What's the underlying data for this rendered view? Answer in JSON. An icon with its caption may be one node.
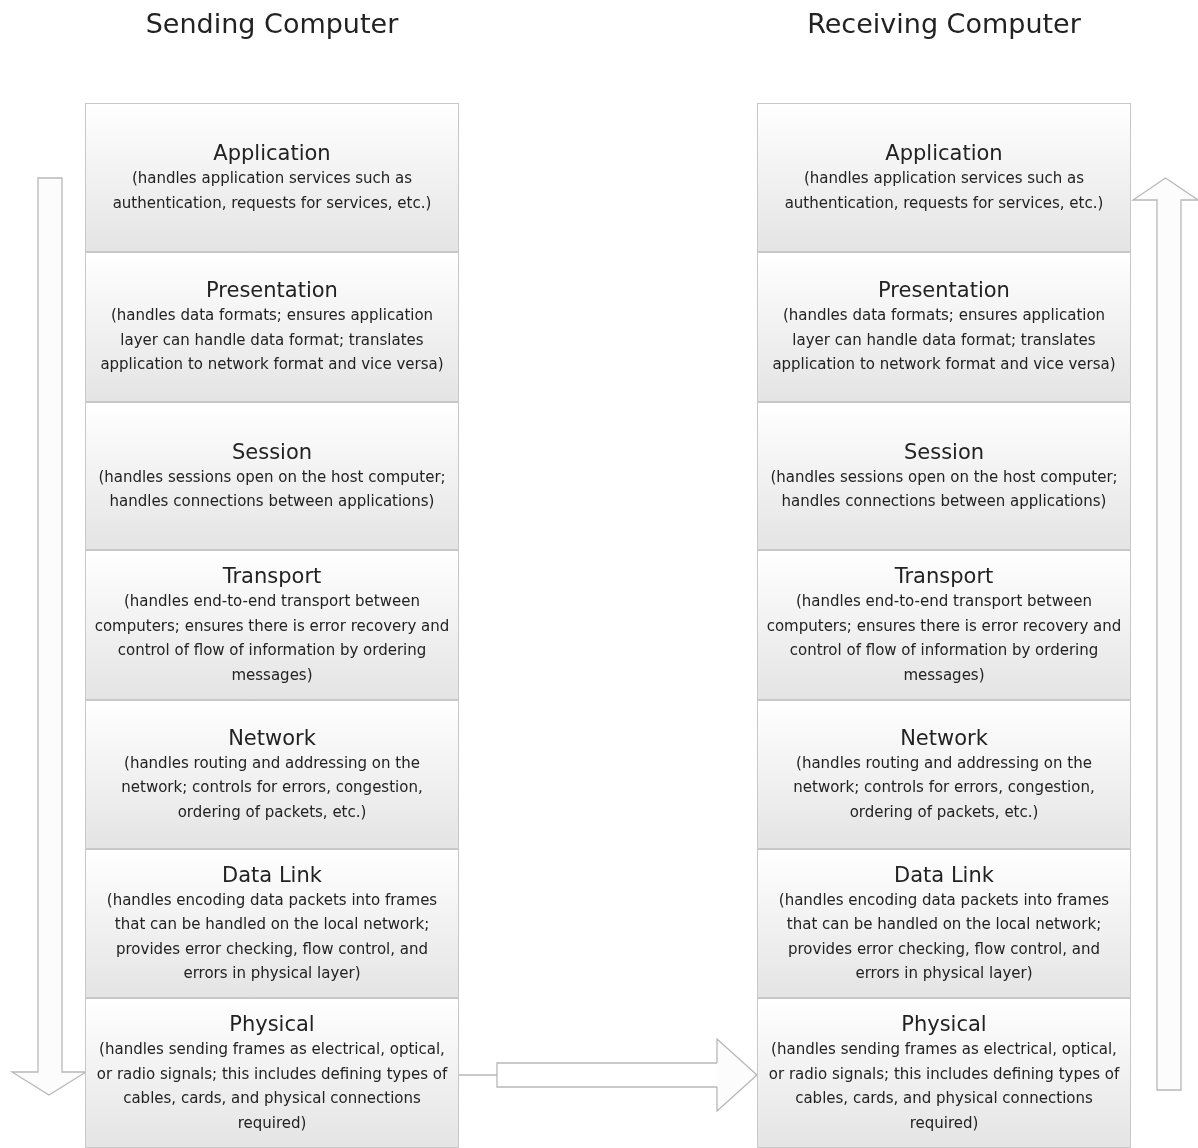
{
  "diagram": {
    "nodes": [
      {
        "text": [
          "Application",
          "(handles application services such as authentication, requests for services, etc.)"
        ]
      },
      {
        "text": [
          "Presentation",
          "(handles data formats; ensures application layer can handle data format; translates application to network format and vice versa)"
        ]
      },
      {
        "text": [
          "Session",
          "(handles sessions open on the host computer; handles connections between applications)"
        ]
      },
      {
        "text": [
          "Transport",
          "(handles end-to-end transport between computers; ensures there is error recovery and control of flow of information by ordering messages)"
        ]
      },
      {
        "text": [
          "Network",
          "(handles routing and addressing on the network; controls for errors, congestion, ordering of packets, etc.)"
        ]
      },
      {
        "text": [
          "Data Link",
          "(handles encoding data packets into frames that can be handled on the local network; provides error checking, flow control, and errors in physical layer)"
        ]
      },
      {
        "text": [
          "Physical",
          "(handles sending frames as electrical, optical, or radio signals; this includes defining types of cables, cards, and physical connections required)"
        ]
      },
      {
        "text": [
          "Application",
          "(handles application services such as authentication, requests for services, etc.)"
        ]
      },
      {
        "text": [
          "Presentation",
          "(handles data formats; ensures application layer can handle data format; translates application to network format and vice versa)"
        ]
      },
      {
        "text": [
          "Session",
          "(handles sessions open on the host computer; handles connections between applications)"
        ]
      },
      {
        "text": [
          "Transport",
          "(handles end-to-end transport between computers; ensures there is error recovery and control of flow of information by ordering messages)"
        ]
      },
      {
        "text": [
          "Network",
          "(handles routing and addressing on the network; controls for errors, congestion, ordering of packets, etc.)"
        ]
      },
      {
        "text": [
          "Data Link",
          "(handles encoding data packets into frames that can be handled on the local network; provides error checking, flow control, and errors in physical layer)"
        ]
      },
      {
        "text": [
          "Physical",
          "(handles sending frames as electrical, optical, or radio signals; this includes defining types of cables, cards, and physical connections required)"
        ]
      }
    ],
    "edges": [
      {
        "from": 6,
        "to": 13,
        "arrow": "to"
      }
    ],
    "labels": [
      "Sending Computer",
      "Receiving Computer"
    ]
  }
}
